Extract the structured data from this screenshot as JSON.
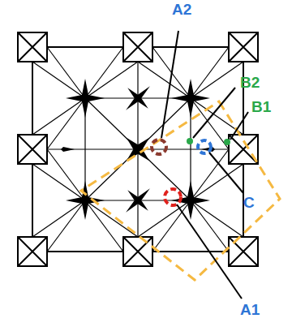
{
  "diagram": {
    "labels": [
      "A2",
      "B2",
      "B1",
      "C",
      "A1"
    ]
  }
}
